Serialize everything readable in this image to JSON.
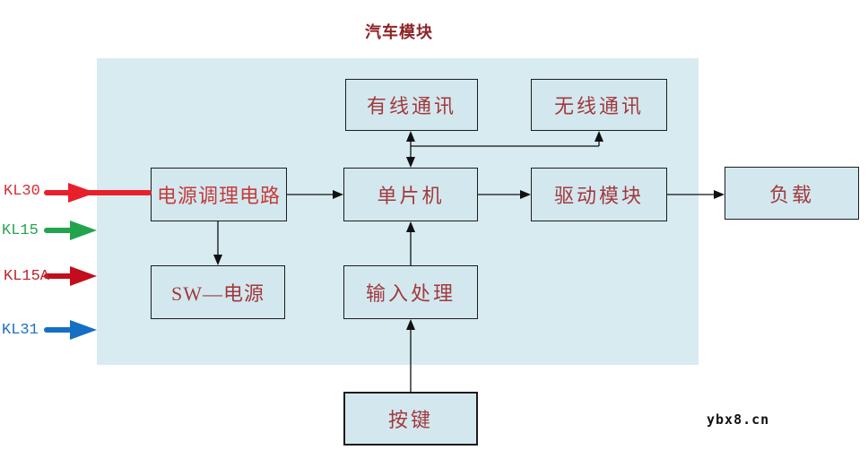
{
  "diagram": {
    "title": "汽车模块",
    "watermark": "ybx8.cn"
  },
  "blocks": [
    {
      "id": "wired-comm",
      "label": "有线通讯"
    },
    {
      "id": "wireless-comm",
      "label": "无线通讯"
    },
    {
      "id": "power-conditioning",
      "label": "电源调理电路"
    },
    {
      "id": "mcu",
      "label": "单片机"
    },
    {
      "id": "driver-module",
      "label": "驱动模块"
    },
    {
      "id": "load",
      "label": "负载"
    },
    {
      "id": "sw-power",
      "label": "SW—电源"
    },
    {
      "id": "input-processing",
      "label": "输入处理"
    },
    {
      "id": "key-button",
      "label": "按键"
    }
  ],
  "inputs": [
    {
      "label": "KL30",
      "color": "#e8202c"
    },
    {
      "label": "KL15",
      "color": "#22a44e"
    },
    {
      "label": "KL15A",
      "color": "#c30d1d"
    },
    {
      "label": "KL31",
      "color": "#156fc5"
    }
  ],
  "connections": [
    {
      "from": "kl30",
      "to": "power-conditioning",
      "bidirectional": false
    },
    {
      "from": "kl15",
      "to": "module-panel",
      "bidirectional": false
    },
    {
      "from": "kl15a",
      "to": "module-panel",
      "bidirectional": false
    },
    {
      "from": "kl31",
      "to": "module-panel",
      "bidirectional": false
    },
    {
      "from": "power-conditioning",
      "to": "mcu",
      "bidirectional": false
    },
    {
      "from": "power-conditioning",
      "to": "sw-power",
      "bidirectional": false
    },
    {
      "from": "mcu",
      "to": "wired-comm",
      "bidirectional": true
    },
    {
      "from": "mcu",
      "to": "wireless-comm",
      "bidirectional": false
    },
    {
      "from": "mcu",
      "to": "driver-module",
      "bidirectional": false
    },
    {
      "from": "driver-module",
      "to": "load",
      "bidirectional": false
    },
    {
      "from": "input-processing",
      "to": "mcu",
      "bidirectional": false
    },
    {
      "from": "key-button",
      "to": "input-processing",
      "bidirectional": false
    }
  ],
  "colors": {
    "panel_bg": "#d7ebf0",
    "box_bg": "#d3e8ee",
    "box_border": "#1c1c1c",
    "box_text": "#a13a3e",
    "power_conditioning_text": "#c43c3c",
    "title_text": "#8e2326",
    "connector": "#111111"
  }
}
